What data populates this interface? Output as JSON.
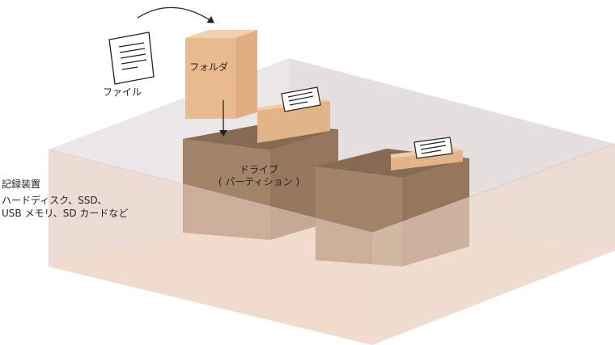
{
  "labels": {
    "file": "ファイル",
    "folder": "フォルダ",
    "drive_line1": "ドライブ",
    "drive_line2": "( パーティション )",
    "storage_title": "記録装置",
    "storage_line1": "ハードディスク、SSD、",
    "storage_line2": "USB メモリ、SD カードなど"
  },
  "icons": [
    "file-icon",
    "folder-box",
    "drive-box",
    "curved-arrow",
    "down-arrow"
  ],
  "colors": {
    "storage_top": "#e2dcdd",
    "storage_side": "#efd7c6",
    "drive_body": "#a88a6e",
    "drive_top": "#8e7158",
    "folder_front": "#e7b98c",
    "folder_top": "#f0ccaa",
    "folder_side": "#d9a87a",
    "paper": "#ffffff",
    "stroke": "#222222"
  }
}
